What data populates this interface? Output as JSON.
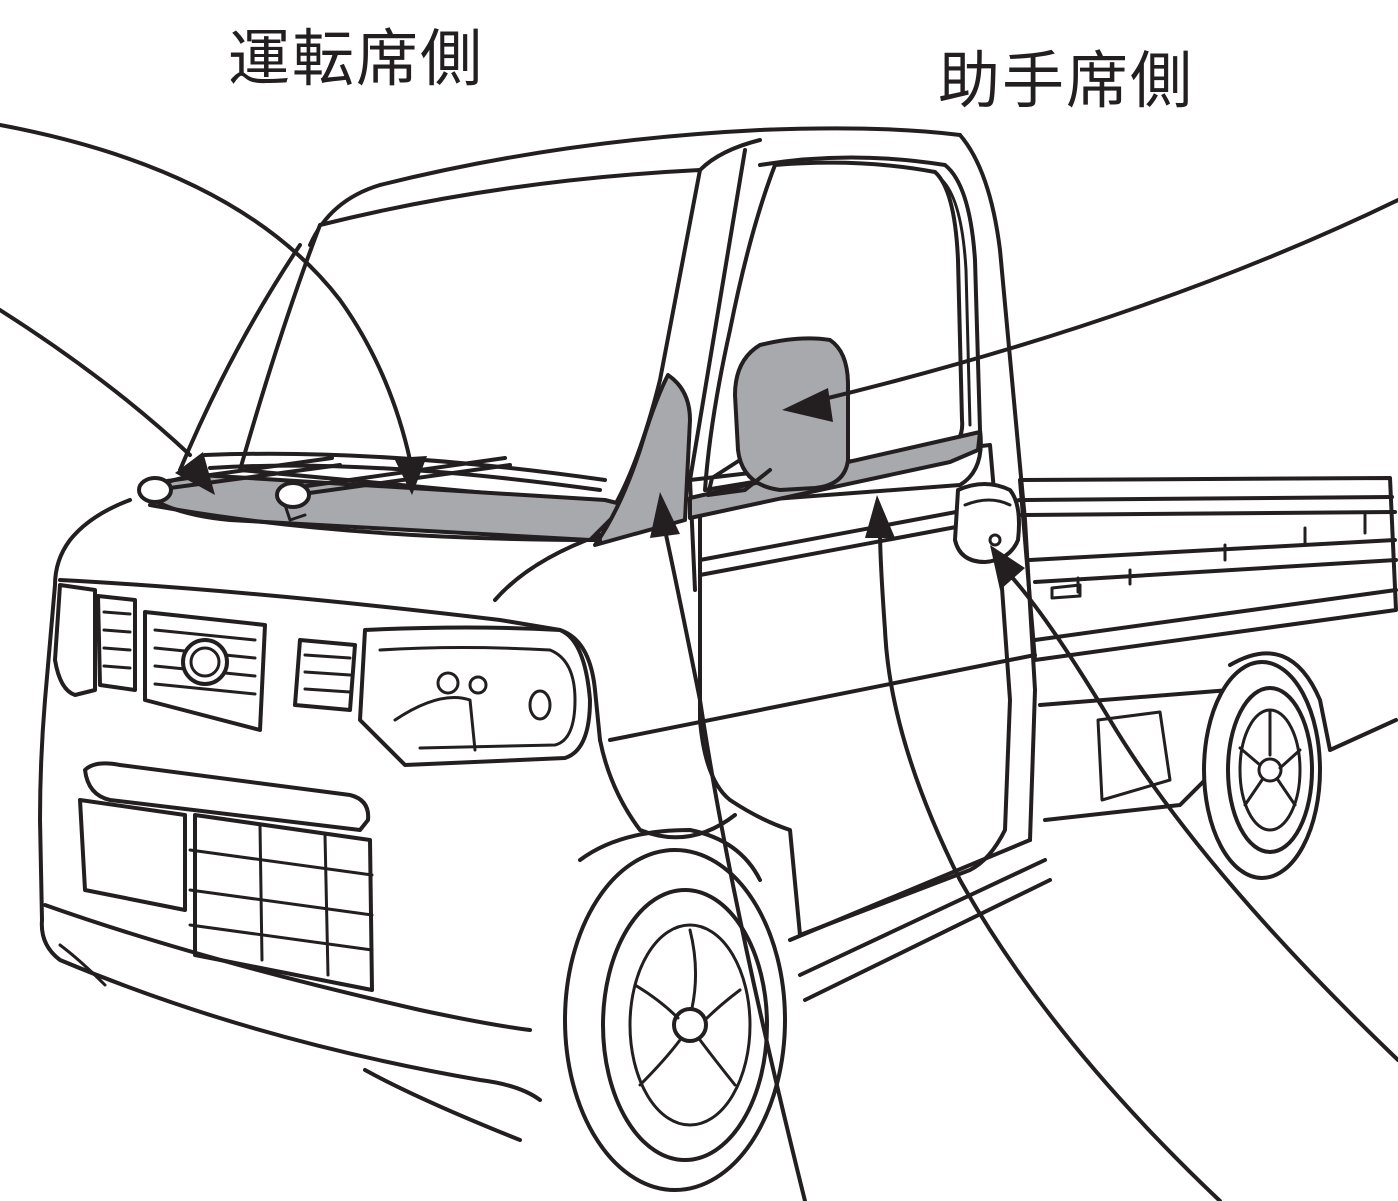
{
  "labels": {
    "driver_side": "運転席側",
    "passenger_side": "助手席側"
  },
  "colors": {
    "highlight": "#a7a9ac",
    "line": "#231f20",
    "background": "#ffffff"
  },
  "icons": [
    "truck-illustration",
    "leader-arrow"
  ]
}
